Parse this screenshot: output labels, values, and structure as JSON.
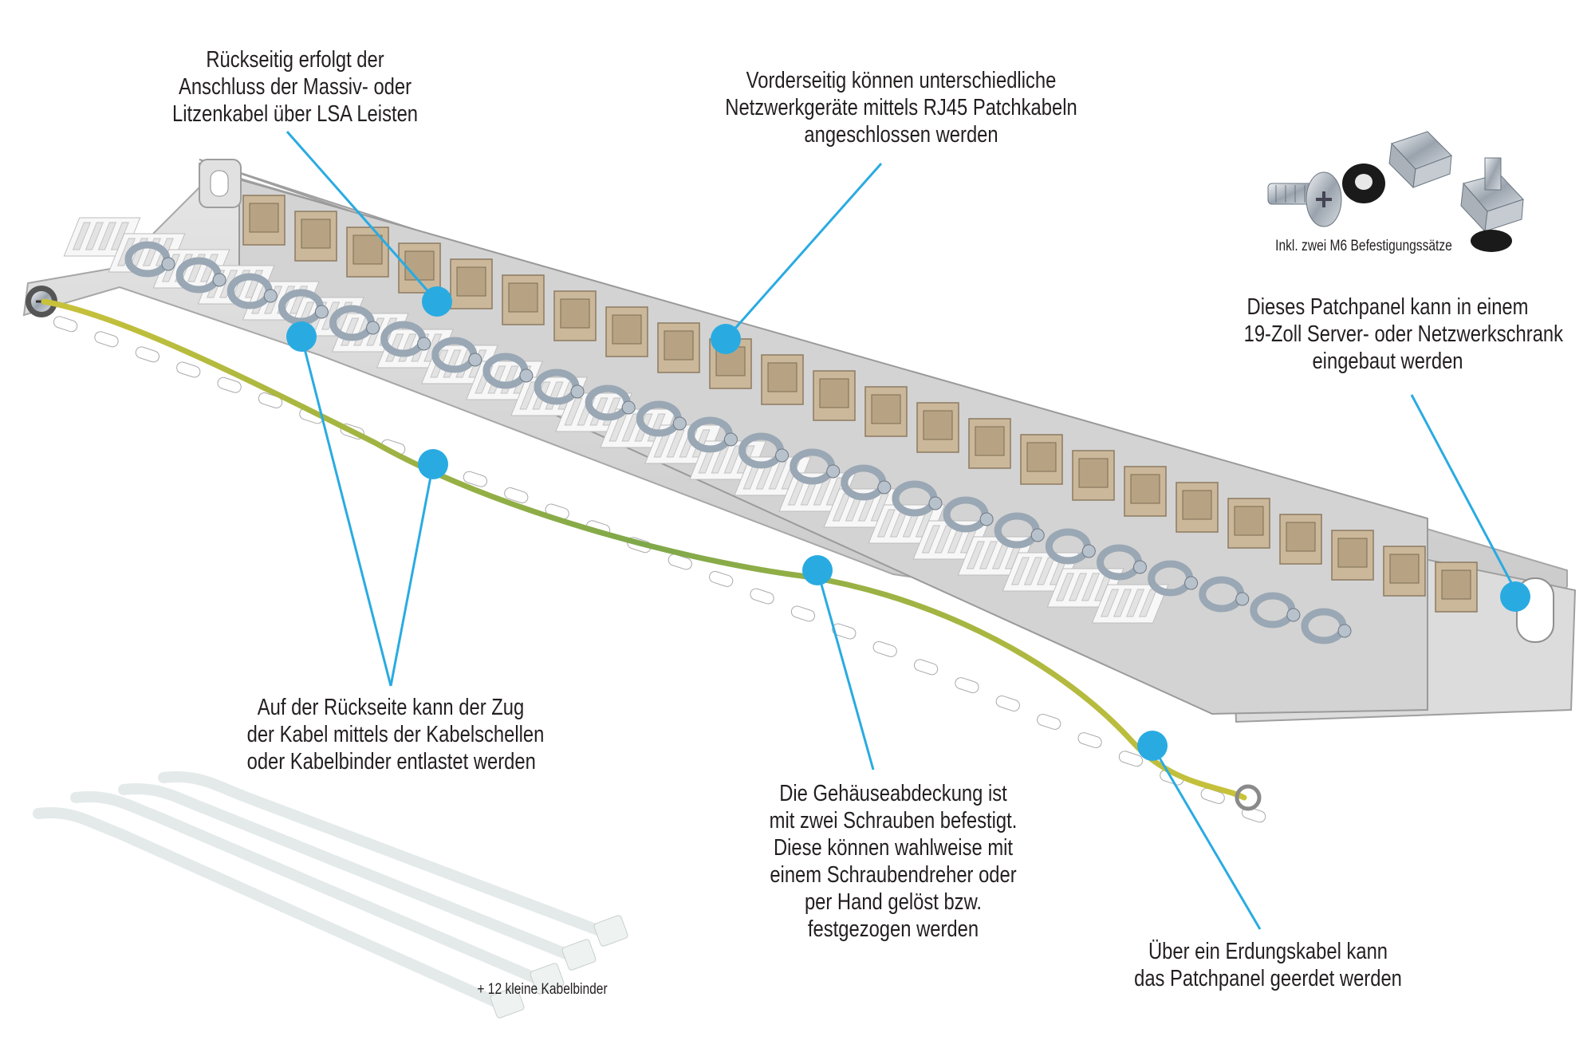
{
  "annotations": {
    "rear_connection": [
      "Rückseitig erfolgt der",
      "Anschluss der Massiv- oder",
      "Litzenkabel über LSA Leisten"
    ],
    "front_connection": [
      "Vorderseitig können unterschiedliche",
      "Netzwerkgeräte mittels RJ45 Patchkabeln",
      "angeschlossen werden"
    ],
    "rack_mount": [
      "Dieses Patchpanel kann in einem",
      "19-Zoll Server- oder Netzwerkschrank",
      "eingebaut werden"
    ],
    "strain_relief": [
      "Auf der Rückseite kann der Zug",
      "der Kabel mittels der Kabelschellen",
      "oder Kabelbinder entlastet werden"
    ],
    "housing_cover": [
      "Die Gehäuseabdeckung ist",
      "mit zwei Schrauben befestigt.",
      "Diese können wahlweise mit",
      "einem Schraubendreher oder",
      "per Hand gelöst bzw.",
      "festgezogen werden"
    ],
    "grounding": [
      "Über ein Erdungskabel kann",
      "das Patchpanel geerdet werden"
    ]
  },
  "captions": {
    "mounting_kit": "Inkl. zwei M6 Befestigungssätze",
    "cable_ties": "+ 12 kleine Kabelbinder"
  },
  "colors": {
    "marker": "#29abe2",
    "panel": "#d9d9d9",
    "text": "#231f20"
  }
}
